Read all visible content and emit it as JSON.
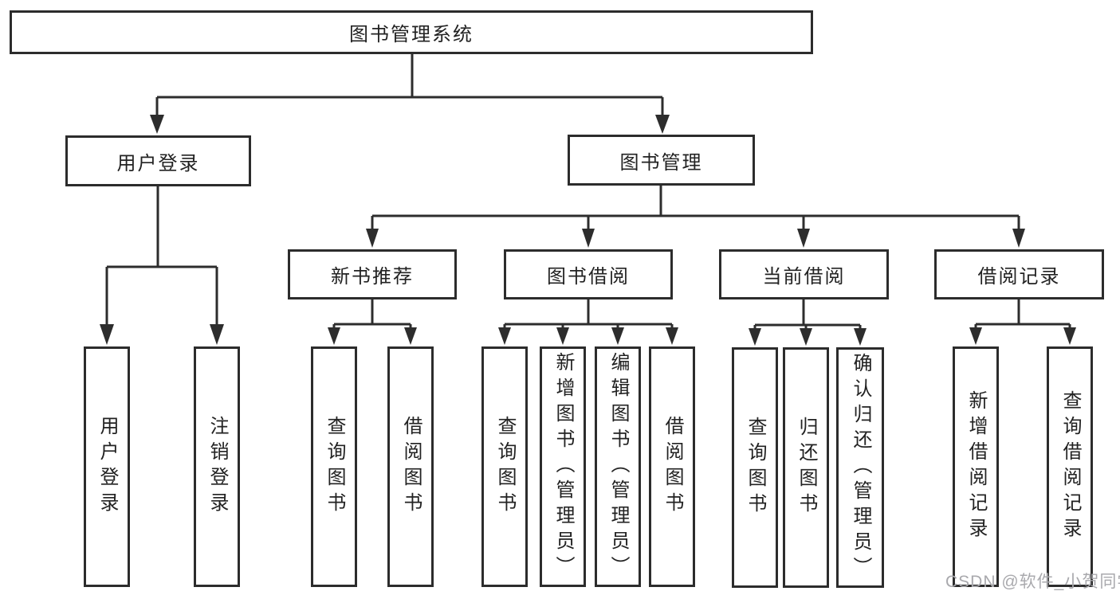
{
  "diagram": {
    "root": {
      "label": "图书管理系统"
    },
    "level2": [
      {
        "id": "user-login",
        "label": "用户登录"
      },
      {
        "id": "book-management",
        "label": "图书管理"
      }
    ],
    "level3": [
      {
        "id": "new-book-recommendation",
        "label": "新书推荐",
        "parent": "图书管理"
      },
      {
        "id": "book-borrowing",
        "label": "图书借阅",
        "parent": "图书管理"
      },
      {
        "id": "current-borrowing",
        "label": "当前借阅",
        "parent": "图书管理"
      },
      {
        "id": "borrowing-records",
        "label": "借阅记录",
        "parent": "图书管理"
      }
    ],
    "leaves": [
      {
        "parent": "用户登录",
        "label": "用户登录"
      },
      {
        "parent": "用户登录",
        "label": "注销登录"
      },
      {
        "parent": "新书推荐",
        "label": "查询图书"
      },
      {
        "parent": "新书推荐",
        "label": "借阅图书"
      },
      {
        "parent": "图书借阅",
        "label": "查询图书"
      },
      {
        "parent": "图书借阅",
        "label": "新增图书（管理员）"
      },
      {
        "parent": "图书借阅",
        "label": "编辑图书（管理员）"
      },
      {
        "parent": "图书借阅",
        "label": "借阅图书"
      },
      {
        "parent": "当前借阅",
        "label": "查询图书"
      },
      {
        "parent": "当前借阅",
        "label": "归还图书"
      },
      {
        "parent": "当前借阅",
        "label": "确认归还（管理员）"
      },
      {
        "parent": "借阅记录",
        "label": "新增借阅记录"
      },
      {
        "parent": "借阅记录",
        "label": "查询借阅记录"
      }
    ],
    "watermark": "CSDN @软件_小贺同学",
    "colors": {
      "line": "#2d2d2d",
      "box_border": "#2c2c2c",
      "text": "#222222",
      "watermark": "#a9a9ad",
      "background": "#ffffff"
    }
  }
}
